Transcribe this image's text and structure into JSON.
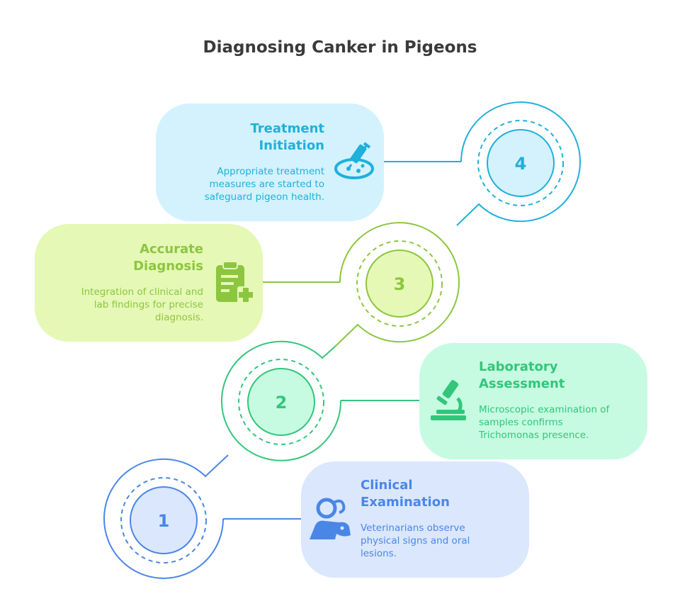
{
  "title": "Diagnosing Canker in Pigeons",
  "steps": [
    {
      "number": "1",
      "title_line1": "Clinical",
      "title_line2": "Examination",
      "desc_line1": "Veterinarians observe",
      "desc_line2": "physical signs and oral",
      "desc_line3": "lesions.",
      "icon": "veterinarian-examining-animal-icon",
      "color": "#4a86e8",
      "card_bg": "#dbe7fc"
    },
    {
      "number": "2",
      "title_line1": "Laboratory",
      "title_line2": "Assessment",
      "desc_line1": "Microscopic examination of",
      "desc_line2": "samples confirms",
      "desc_line3": "Trichomonas presence.",
      "icon": "microscope-icon",
      "color": "#33c67a",
      "card_bg": "#c6fbe2"
    },
    {
      "number": "3",
      "title_line1": "Accurate",
      "title_line2": "Diagnosis",
      "desc_line1": "Integration of clinical and",
      "desc_line2": "lab findings for precise",
      "desc_line3": "diagnosis.",
      "icon": "clipboard-plus-icon",
      "color": "#8cc63f",
      "card_bg": "#e5f8b5"
    },
    {
      "number": "4",
      "title_line1": "Treatment",
      "title_line2": "Initiation",
      "desc_line1": "Appropriate treatment",
      "desc_line2": "measures are started to",
      "desc_line3": "safeguard pigeon health.",
      "icon": "syringe-dish-icon",
      "color": "#1fb0dc",
      "card_bg": "#d3f2fd"
    }
  ]
}
